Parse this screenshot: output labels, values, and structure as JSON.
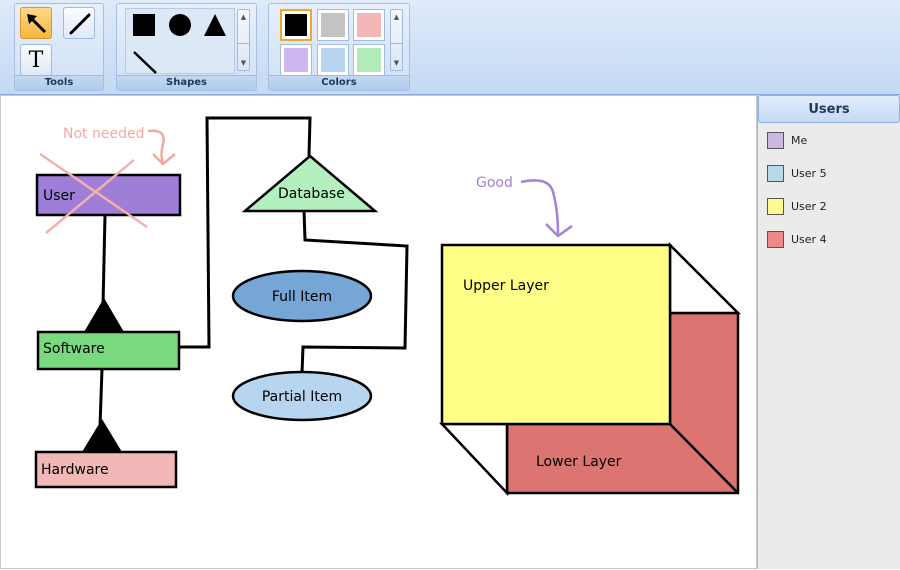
{
  "ribbon": {
    "groups": {
      "tools": {
        "label": "Tools"
      },
      "shapes": {
        "label": "Shapes"
      },
      "colors": {
        "label": "Colors"
      }
    },
    "tools": {
      "text_tool_glyph": "T"
    },
    "colors": {
      "black": "#000000",
      "gray": "#c3c3c3",
      "pink": "#f4b6b6",
      "lavender": "#cdb7f0",
      "lightblue": "#b8d4ef",
      "lightgreen": "#b2ebba",
      "selected": "black"
    }
  },
  "diagram": {
    "user_box": {
      "label": "User",
      "color": "#9f7ed8"
    },
    "software_box": {
      "label": "Software",
      "color": "#78d97f"
    },
    "hardware_box": {
      "label": "Hardware",
      "color": "#f2b7b7"
    },
    "database_triangle": {
      "label": "Database",
      "color": "#b3f0bd"
    },
    "full_item": {
      "label": "Full Item",
      "color": "#76a6d6"
    },
    "partial_item": {
      "label": "Partial Item",
      "color": "#b8d5ef"
    },
    "cube": {
      "upper_label": "Upper Layer",
      "upper_color": "#ffff88",
      "lower_label": "Lower Layer",
      "lower_color": "#dc7571"
    },
    "annotations": {
      "not_needed": {
        "text": "Not needed",
        "color": "#f2a9a3"
      },
      "good": {
        "text": "Good",
        "color": "#a57fd9"
      }
    }
  },
  "users_panel": {
    "title": "Users",
    "users": [
      {
        "name": "Me",
        "color": "#cdb7e0"
      },
      {
        "name": "User 5",
        "color": "#b8d9ea"
      },
      {
        "name": "User 2",
        "color": "#fbfb92"
      },
      {
        "name": "User 4",
        "color": "#ef8989"
      }
    ]
  }
}
